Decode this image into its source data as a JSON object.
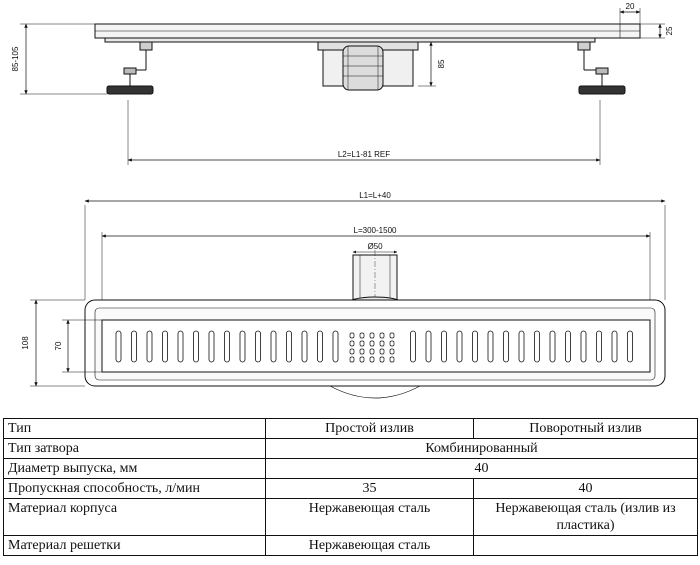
{
  "drawing": {
    "side_view": {
      "dim_height_range": "85-105",
      "dim_body_height": "85",
      "dim_top_width": "20",
      "dim_top_height": "25",
      "dim_leg_span": "L2=L1-81 REF"
    },
    "top_view": {
      "dim_total_length": "L1=L+40",
      "dim_grate_length": "L=300-1500",
      "dim_outlet": "Ø50",
      "dim_width_outer": "108",
      "dim_width_inner": "70"
    }
  },
  "table": {
    "header": [
      "Тип",
      "Простой излив",
      "Поворотный излив"
    ],
    "rows": {
      "shutter": {
        "label": "Тип затвора",
        "value": "Комбинированный"
      },
      "outlet": {
        "label": "Диаметр выпуска, мм",
        "value": "40"
      },
      "throughput": {
        "label": "Пропускная способность, л/мин",
        "simple": "35",
        "rotary": "40"
      },
      "body": {
        "label": "Материал корпуса",
        "simple": "Нержавеющая сталь",
        "rotary": "Нержавеющая сталь (излив из пластика)"
      },
      "grate": {
        "label": "Материал решетки",
        "simple": "Нержавеющая сталь",
        "rotary": ""
      }
    }
  }
}
